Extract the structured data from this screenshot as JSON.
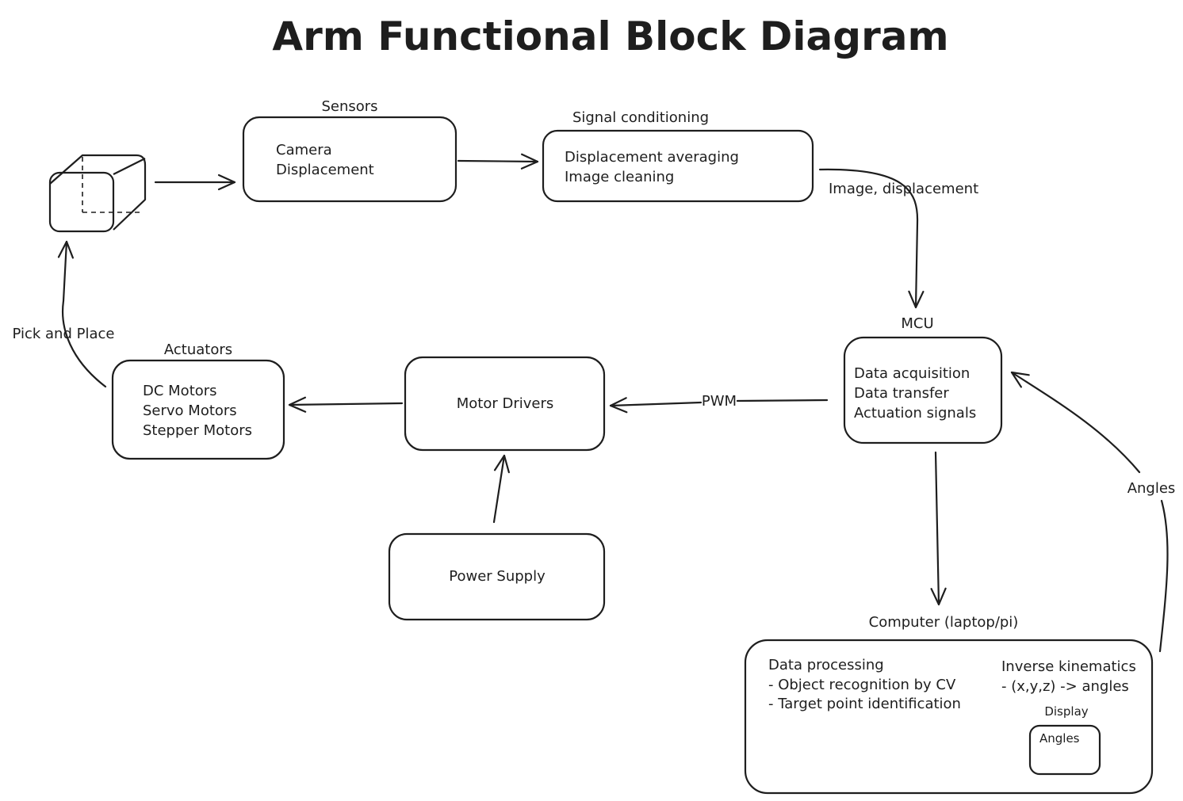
{
  "title": "Arm Functional Block Diagram",
  "nodes": {
    "sensors": {
      "label": "Sensors",
      "lines": [
        "Camera",
        "Displacement"
      ]
    },
    "signal_conditioning": {
      "label": "Signal conditioning",
      "lines": [
        "Displacement averaging",
        "Image cleaning"
      ]
    },
    "mcu": {
      "label": "MCU",
      "lines": [
        "Data acquisition",
        "Data transfer",
        "Actuation signals"
      ]
    },
    "computer": {
      "label": "Computer (laptop/pi)",
      "lines": [
        "Data processing",
        "- Object recognition by CV",
        "- Target point identification"
      ],
      "ik_lines": [
        "Inverse kinematics",
        "- (x,y,z) -> angles"
      ],
      "display": {
        "label": "Display",
        "content": "Angles"
      }
    },
    "motor_drivers": {
      "label": "Motor Drivers"
    },
    "actuators": {
      "label": "Actuators",
      "lines": [
        "DC Motors",
        "Servo Motors",
        "Stepper Motors"
      ]
    },
    "power_supply": {
      "label": "Power Supply"
    }
  },
  "edges": {
    "signal_to_mcu": "Image, displacement",
    "mcu_to_drivers": "PWM",
    "computer_to_mcu": "Angles",
    "actuators_to_object": "Pick and Place"
  },
  "icons": {
    "object": "cube-icon"
  }
}
